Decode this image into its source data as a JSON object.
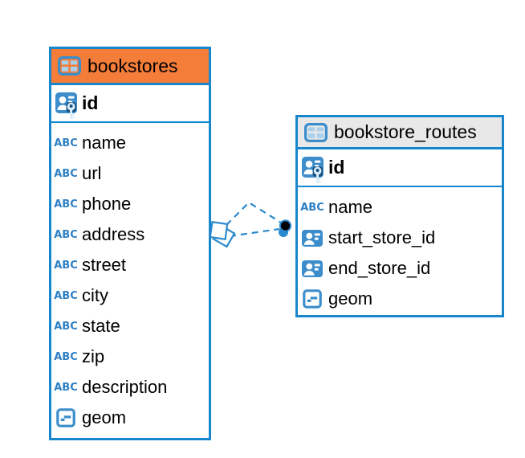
{
  "colors": {
    "background": "#ffffff",
    "text": "#000000",
    "table_border": "#1787cd",
    "bookstores_header": "#f57d3a",
    "routes_header": "#e8e8e8",
    "icon_blue": "#3b8dcb",
    "icon_light": "#a9d0ec",
    "icon_dark": "#17507f",
    "icon_key_light": "#d9edfa",
    "type_text_blue": "#2e7fc4",
    "relation_line": "#2b89cd",
    "relation_dot": "#000000"
  },
  "icons": {
    "text_type_label": "ABC"
  },
  "diagram": {
    "tables": [
      {
        "name": "bookstores",
        "primary_key": {
          "label": "id",
          "icon": "person-key-icon"
        },
        "columns": [
          {
            "label": "name",
            "type": "text"
          },
          {
            "label": "url",
            "type": "text"
          },
          {
            "label": "phone",
            "type": "text"
          },
          {
            "label": "address",
            "type": "text"
          },
          {
            "label": "street",
            "type": "text"
          },
          {
            "label": "city",
            "type": "text"
          },
          {
            "label": "state",
            "type": "text"
          },
          {
            "label": "zip",
            "type": "text"
          },
          {
            "label": "description",
            "type": "text"
          },
          {
            "label": "geom",
            "type": "geometry"
          }
        ]
      },
      {
        "name": "bookstore_routes",
        "primary_key": {
          "label": "id",
          "icon": "person-key-icon"
        },
        "columns": [
          {
            "label": "name",
            "type": "text"
          },
          {
            "label": "start_store_id",
            "type": "reference"
          },
          {
            "label": "end_store_id",
            "type": "reference"
          },
          {
            "label": "geom",
            "type": "geometry"
          }
        ]
      }
    ],
    "relations": [
      {
        "from": "bookstore_routes",
        "to": "bookstores",
        "style": "dashed"
      },
      {
        "from": "bookstore_routes",
        "to": "bookstores",
        "style": "dashed"
      }
    ]
  }
}
